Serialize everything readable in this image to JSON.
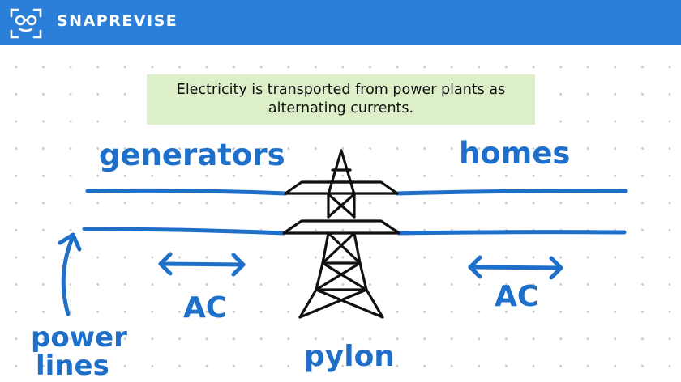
{
  "header": {
    "brand": "SNAPREVISE",
    "logo_icon": "glasses-face-icon",
    "background_color": "#2b7fd8"
  },
  "note": {
    "text": "Electricity is transported from power plants as alternating currents.",
    "background_color": "#dcefc9"
  },
  "labels": {
    "generators": "generators",
    "homes": "homes",
    "ac_left": "AC",
    "ac_right": "AC",
    "power": "power",
    "lines": "lines",
    "pylon": "pylon"
  },
  "icons": {
    "pylon": "pylon-icon",
    "arrow_double_left": "double-arrow-icon",
    "arrow_double_right": "double-arrow-icon",
    "arrow_up": "arrow-up-icon"
  },
  "colors": {
    "ink_blue": "#1e6fc9",
    "pylon_black": "#111111"
  }
}
